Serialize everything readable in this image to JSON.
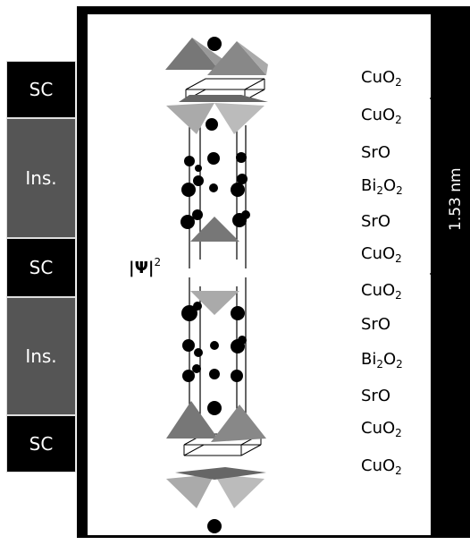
{
  "side_blocks": [
    {
      "label": "SC",
      "type": "sc"
    },
    {
      "label": "Ins.",
      "type": "ins"
    },
    {
      "label": "SC",
      "type": "sc"
    },
    {
      "label": "Ins.",
      "type": "ins"
    },
    {
      "label": "SC",
      "type": "sc"
    }
  ],
  "layers": [
    {
      "base": "CuO",
      "sub": "2"
    },
    {
      "base": "CuO",
      "sub": "2"
    },
    {
      "base": "SrO",
      "sub": ""
    },
    {
      "base": "Bi",
      "sub": "2",
      "base2": "O",
      "sub2": "2"
    },
    {
      "base": "SrO",
      "sub": ""
    },
    {
      "base": "CuO",
      "sub": "2"
    },
    {
      "base": "CuO",
      "sub": "2"
    },
    {
      "base": "SrO",
      "sub": ""
    },
    {
      "base": "Bi",
      "sub": "2",
      "base2": "O",
      "sub2": "2"
    },
    {
      "base": "SrO",
      "sub": ""
    },
    {
      "base": "CuO",
      "sub": "2"
    },
    {
      "base": "CuO",
      "sub": "2"
    }
  ],
  "wavefunction_label": "|Ψ|",
  "wavefunction_exp": "2",
  "dimension_label": "1.53 nm",
  "colors": {
    "sc": "#000000",
    "ins": "#555555",
    "frame": "#000000"
  }
}
